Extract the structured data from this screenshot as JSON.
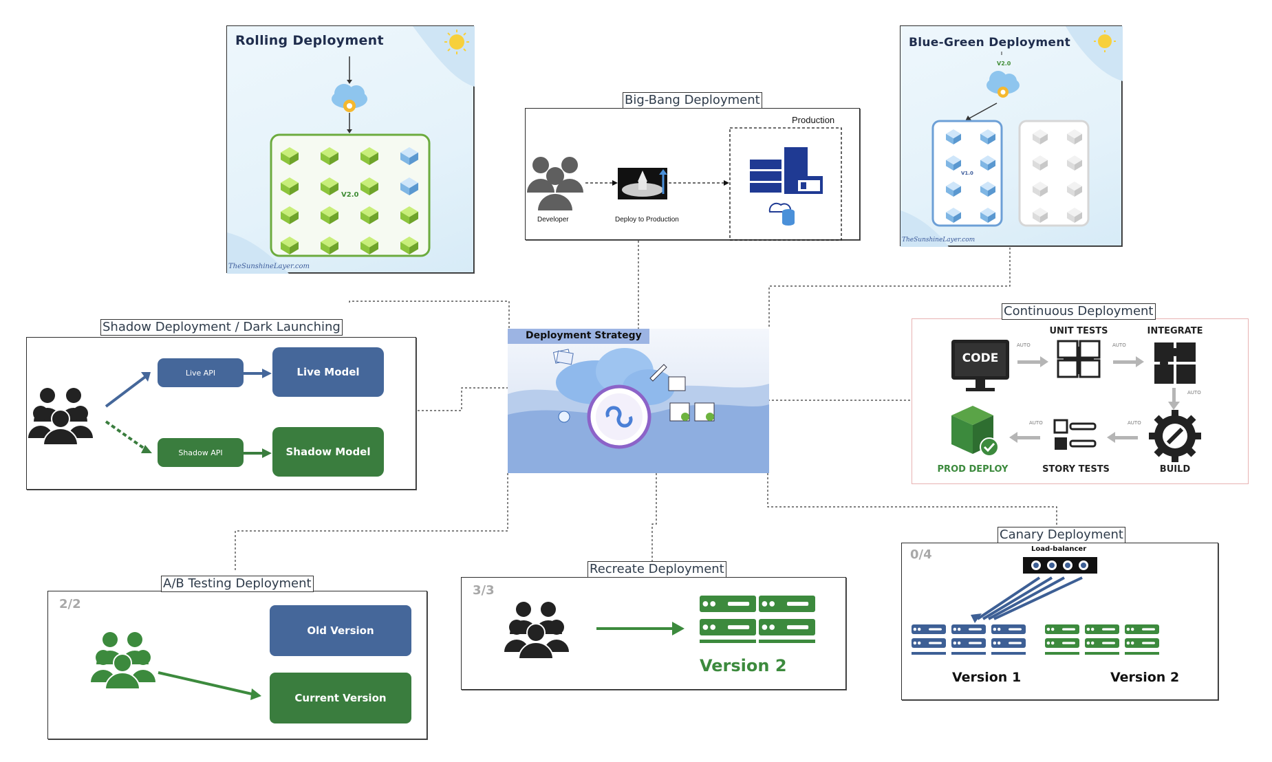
{
  "center": {
    "title": "Deployment Strategy"
  },
  "rolling": {
    "title": "Rolling Deployment",
    "version_label": "V2.0",
    "watermark": "TheSunshineLayer.com"
  },
  "bigbang": {
    "title": "Big-Bang Deployment",
    "production_label": "Production",
    "developer_label": "Developer",
    "deploy_label": "Deploy to Production"
  },
  "bluegreen": {
    "title": "Blue-Green Deployment",
    "new_version_label": "V2.0",
    "old_version_label": "V1.0",
    "watermark": "TheSunshineLayer.com"
  },
  "shadow": {
    "title": "Shadow Deployment / Dark Launching",
    "live_api": "Live API",
    "live_model": "Live Model",
    "shadow_api": "Shadow API",
    "shadow_model": "Shadow Model"
  },
  "continuous": {
    "title": "Continuous Deployment",
    "code": "CODE",
    "unit_tests": "UNIT TESTS",
    "integrate": "INTEGRATE",
    "build": "BUILD",
    "story_tests": "STORY TESTS",
    "prod_deploy": "PROD DEPLOY",
    "auto": "AUTO"
  },
  "ab": {
    "title": "A/B Testing Deployment",
    "step": "2/2",
    "old_version": "Old Version",
    "current_version": "Current Version"
  },
  "recreate": {
    "title": "Recreate Deployment",
    "step": "3/3",
    "version": "Version 2"
  },
  "canary": {
    "title": "Canary Deployment",
    "step": "0/4",
    "load_balancer": "Load-balancer",
    "version1": "Version 1",
    "version2": "Version 2"
  },
  "colors": {
    "blue_box": "#45679a",
    "green_box": "#3a7d3e",
    "server_blue": "#3d5f95",
    "server_green": "#3c8a3d",
    "cube_green": "#8cc43c",
    "cube_blue": "#7fb6e4"
  }
}
